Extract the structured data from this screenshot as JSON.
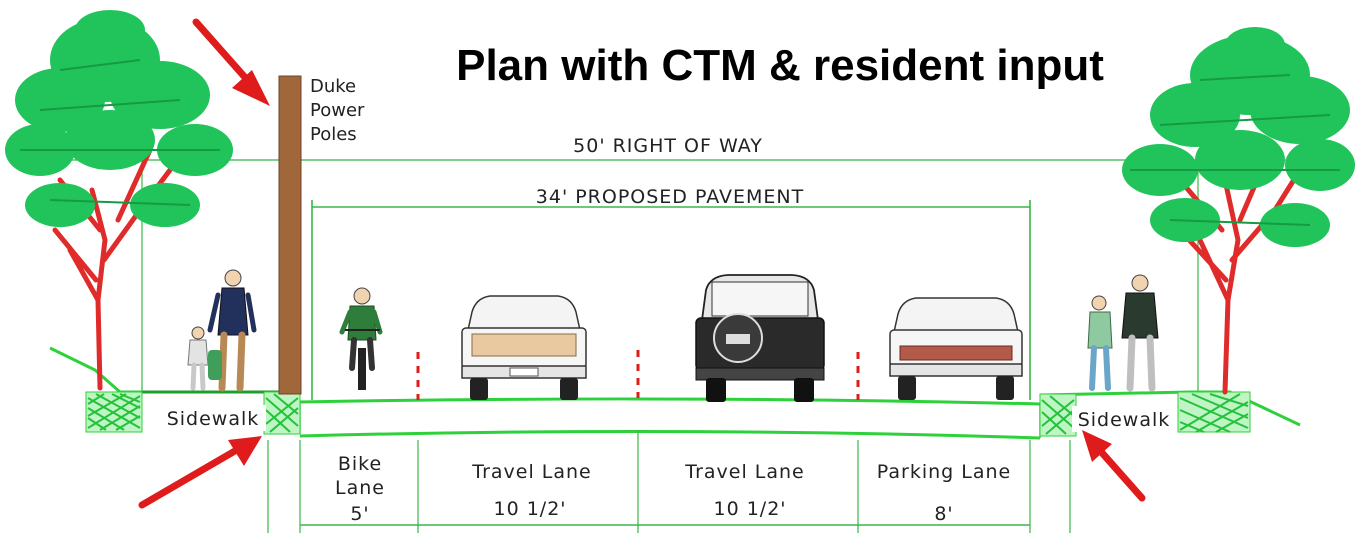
{
  "title": "Plan with CTM & resident input",
  "pole_label": [
    "Duke",
    "Power",
    "Poles"
  ],
  "right_of_way": "50' RIGHT OF WAY",
  "proposed_pavement": "34' PROPOSED PAVEMENT",
  "sidewalk_left": "Sidewalk",
  "sidewalk_right": "Sidewalk",
  "lanes": [
    {
      "name_lines": [
        "Bike",
        "Lane"
      ],
      "width": "5'"
    },
    {
      "name_lines": [
        "Travel Lane"
      ],
      "width": "10 1/2'"
    },
    {
      "name_lines": [
        "Travel Lane"
      ],
      "width": "10 1/2'"
    },
    {
      "name_lines": [
        "Parking Lane"
      ],
      "width": "8'"
    }
  ],
  "colors": {
    "dimension_line": "#39b54a",
    "arrow": "#e01b1b",
    "tree_foliage": "#21c45a",
    "tree_trunk": "#e02b2b",
    "pole": "#a0683a",
    "ground": "#2fd13a"
  },
  "icons": [
    "tree-icon",
    "pedestrian-icon",
    "cyclist-icon",
    "car-icon",
    "suv-icon",
    "arrow-icon"
  ]
}
